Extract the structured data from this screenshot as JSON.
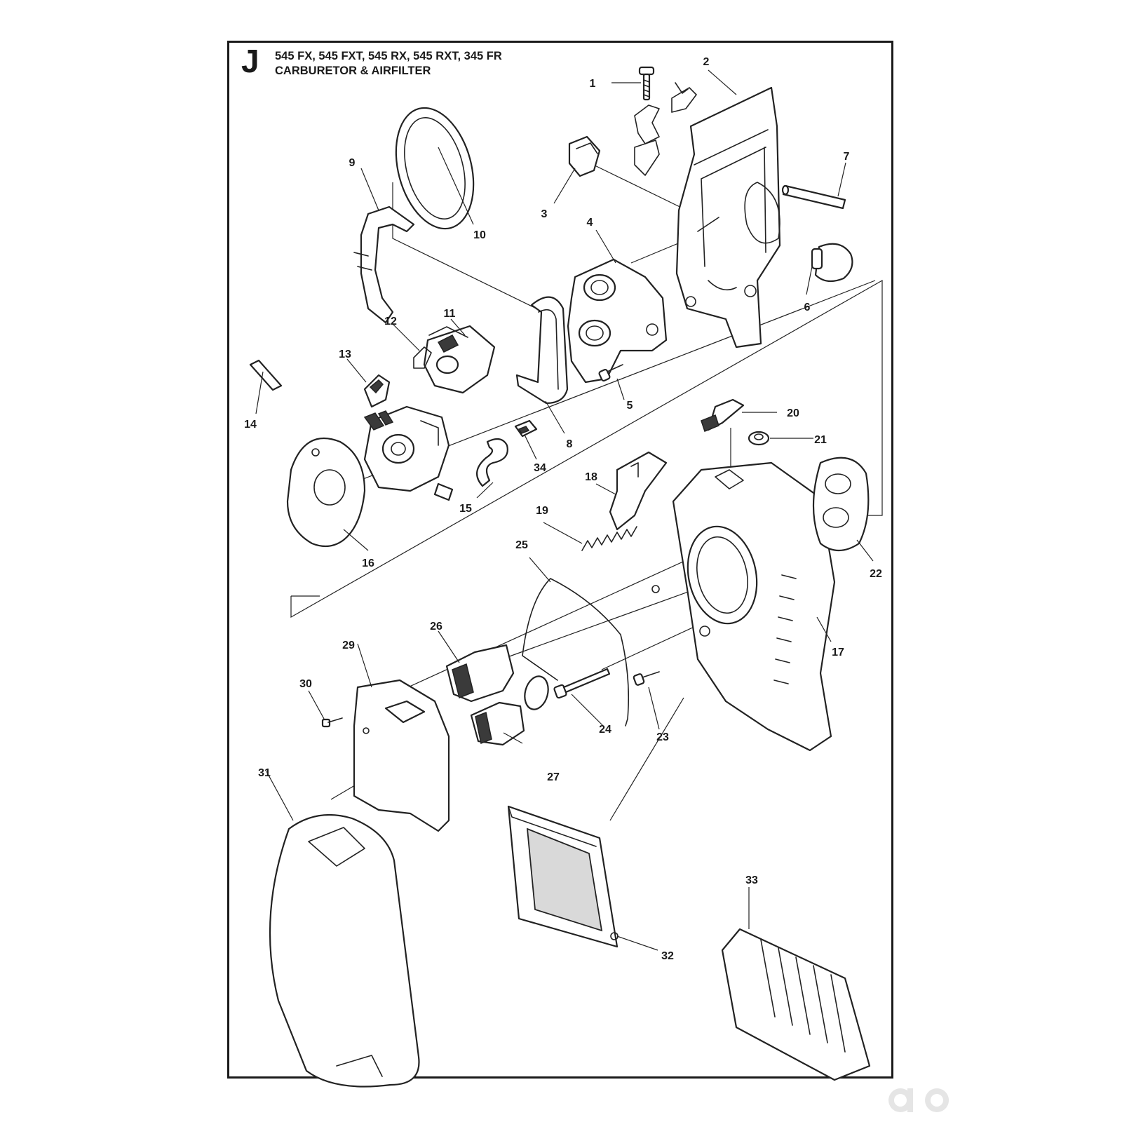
{
  "header": {
    "section_letter": "J",
    "models": "545 FX, 545 FXT, 545 RX, 545 RXT, 345 FR",
    "title": "CARBURETOR & AIRFILTER"
  },
  "callouts": [
    "1",
    "2",
    "3",
    "4",
    "5",
    "6",
    "7",
    "8",
    "9",
    "10",
    "11",
    "12",
    "13",
    "14",
    "15",
    "16",
    "17",
    "18",
    "19",
    "20",
    "21",
    "22",
    "23",
    "24",
    "25",
    "26",
    "27",
    "29",
    "30",
    "31",
    "32",
    "33",
    "34"
  ],
  "colors": {
    "line": "#222222",
    "frame": "#1a1a1a",
    "dark_fill": "#3a3a3a",
    "watermark": "#e5e5e5"
  },
  "watermark": {
    "icon": "brand-logo-icon"
  }
}
